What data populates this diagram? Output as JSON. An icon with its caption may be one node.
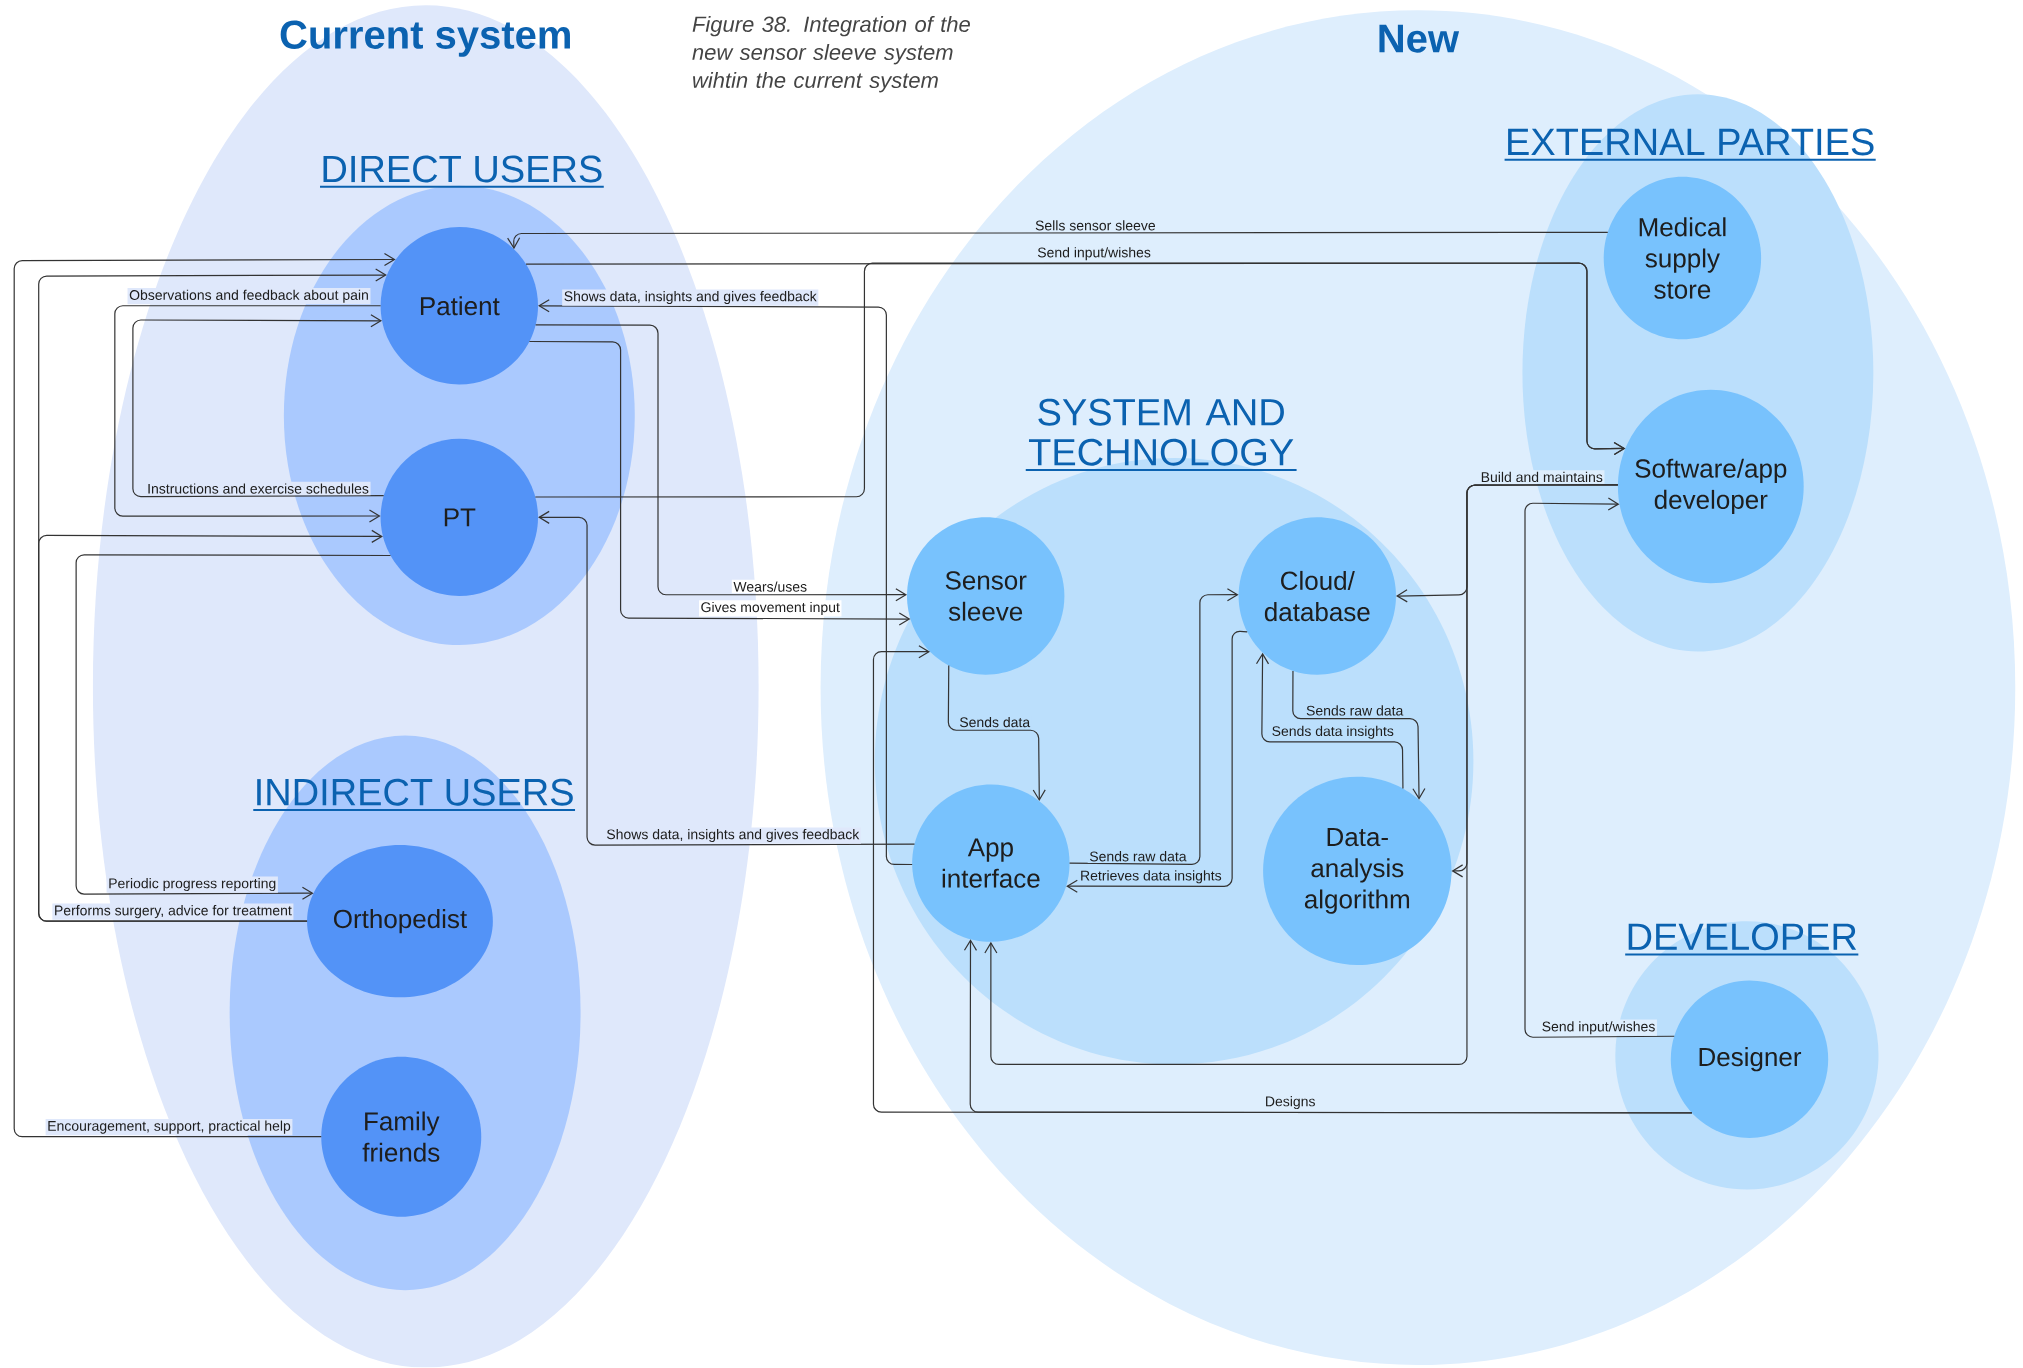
{
  "diagram": {
    "caption": "Figure 38. Integration of the new sensor sleeve system wihtin the current system",
    "nodes": [
      {
        "text": [
          "Current system"
        ]
      },
      {
        "text": [
          "DIRECT USERS"
        ],
        "in": 0
      },
      {
        "text": [
          "Patient"
        ],
        "in": 1
      },
      {
        "text": [
          "PT"
        ],
        "in": 1
      },
      {
        "text": [
          "INDIRECT USERS"
        ],
        "in": 0
      },
      {
        "text": [
          "Orthopedist"
        ],
        "in": 4
      },
      {
        "text": [
          "Family friends"
        ],
        "in": 4
      },
      {
        "text": [
          "New"
        ]
      },
      {
        "text": [
          "SYSTEM AND TECHNOLOGY"
        ],
        "in": 7
      },
      {
        "text": [
          "Sensor sleeve"
        ],
        "in": 8
      },
      {
        "text": [
          "Cloud/ database"
        ],
        "in": 8
      },
      {
        "text": [
          "App interface"
        ],
        "in": 8
      },
      {
        "text": [
          "Data-analysis algorithm"
        ],
        "in": 8
      },
      {
        "text": [
          "EXTERNAL PARTIES"
        ],
        "in": 7
      },
      {
        "text": [
          "Medical supply store"
        ],
        "in": 13
      },
      {
        "text": [
          "Software/app developer"
        ],
        "in": 13
      },
      {
        "text": [
          "DEVELOPER"
        ],
        "in": 7
      },
      {
        "text": [
          "Designer"
        ],
        "in": 16
      }
    ],
    "edges": [
      {
        "from": 14,
        "to": 2,
        "arrow": "to",
        "label": "Sells sensor sleeve"
      },
      {
        "from": 2,
        "to": 15,
        "arrow": "to",
        "label": "Send input/wishes"
      },
      {
        "from": 3,
        "to": 15,
        "arrow": "to"
      },
      {
        "from": 11,
        "to": 2,
        "arrow": "to",
        "label": "Shows data, insights and gives feedback"
      },
      {
        "from": 11,
        "to": 3,
        "arrow": "to",
        "label": "Shows data, insights and gives feedback"
      },
      {
        "from": 2,
        "to": 3,
        "arrow": "to",
        "label": "Observations and feedback about pain"
      },
      {
        "from": 3,
        "to": 2,
        "arrow": "to",
        "label": "Instructions and exercise schedules"
      },
      {
        "from": 2,
        "to": 9,
        "arrow": "to",
        "label": "Wears/uses"
      },
      {
        "from": 2,
        "to": 9,
        "arrow": "to",
        "label": "Gives movement input"
      },
      {
        "from": 3,
        "to": 5,
        "arrow": "to",
        "label": "Periodic progress reporting"
      },
      {
        "from": 5,
        "to": 2,
        "arrow": "to",
        "label": "Performs surgery, advice for treatment"
      },
      {
        "from": 5,
        "to": 3,
        "arrow": "to"
      },
      {
        "from": 6,
        "to": 2,
        "arrow": "to",
        "label": "Encouragement, support, practical help"
      },
      {
        "from": 9,
        "to": 11,
        "arrow": "to",
        "label": "Sends data"
      },
      {
        "from": 11,
        "to": 10,
        "arrow": "to",
        "label": "Sends raw data"
      },
      {
        "from": 10,
        "to": 11,
        "arrow": "to",
        "label": "Retrieves data insights"
      },
      {
        "from": 10,
        "to": 12,
        "arrow": "to",
        "label": "Sends raw data"
      },
      {
        "from": 12,
        "to": 10,
        "arrow": "to",
        "label": "Sends data insights"
      },
      {
        "from": 15,
        "to": 10,
        "arrow": "to",
        "label": "Build and maintains"
      },
      {
        "from": 15,
        "to": 12,
        "arrow": "to"
      },
      {
        "from": 15,
        "to": 11,
        "arrow": "to"
      },
      {
        "from": 17,
        "to": 15,
        "arrow": "to",
        "label": "Send input/wishes"
      },
      {
        "from": 17,
        "to": 11,
        "arrow": "to",
        "label": "Designs"
      },
      {
        "from": 17,
        "to": 9,
        "arrow": "to"
      }
    ]
  }
}
